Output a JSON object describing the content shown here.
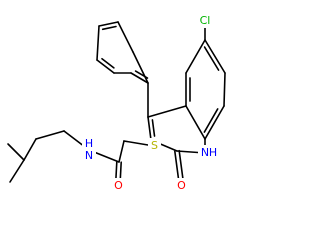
{
  "structure": {
    "atoms": {
      "cl": {
        "symbol": "Cl",
        "color": "#00b400"
      },
      "nh_amide": {
        "symbol": "N",
        "suffix": "H",
        "color": "#0000ff"
      },
      "nh_ring": {
        "symbol": "N",
        "suffix": "H",
        "color": "#0000ff"
      },
      "o_amide": {
        "symbol": "O",
        "color": "#ff0000"
      },
      "o_ring": {
        "symbol": "O",
        "color": "#ff0000"
      },
      "s": {
        "symbol": "S",
        "color": "#b4b400"
      }
    },
    "bond_color": "#000000"
  }
}
